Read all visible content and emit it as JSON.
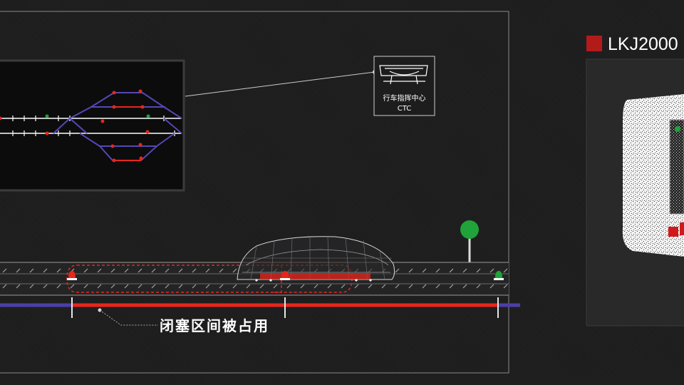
{
  "ctc": {
    "title": "行车指挥中心",
    "code": "CTC"
  },
  "status": {
    "text": "闭塞区间被占用"
  },
  "lkj": {
    "title": "LKJ2000"
  },
  "colors": {
    "occupied": "#e8261c",
    "free": "#4b3fa8",
    "signal_green": "#1fa33a",
    "accent_square": "#b31b1b"
  }
}
